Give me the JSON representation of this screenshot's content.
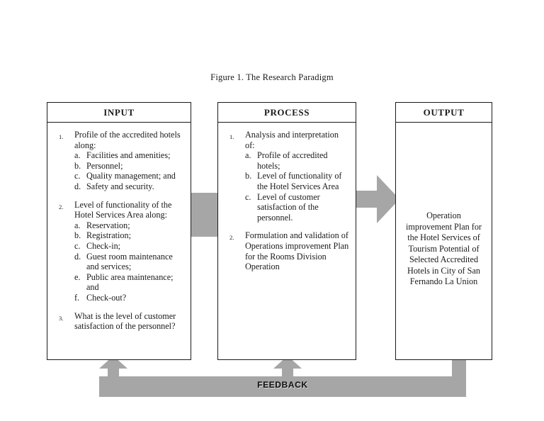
{
  "figure": {
    "caption": "Figure 1. The Research Paradigm"
  },
  "colors": {
    "connector_gray": "#a6a6a6",
    "border": "#1a1a1a",
    "background": "#ffffff"
  },
  "input": {
    "heading": "INPUT",
    "items": [
      {
        "marker": "1.",
        "text": "Profile of the accredited hotels along:",
        "sub": [
          {
            "marker": "a.",
            "text": "Facilities and amenities;"
          },
          {
            "marker": "b.",
            "text": "Personnel;"
          },
          {
            "marker": "c.",
            "text": "Quality management; and"
          },
          {
            "marker": "d.",
            "text": "Safety and security."
          }
        ]
      },
      {
        "marker": "2.",
        "text": "Level of functionality of the Hotel Services Area along:",
        "sub": [
          {
            "marker": "a.",
            "text": "Reservation;"
          },
          {
            "marker": "b.",
            "text": "Registration;"
          },
          {
            "marker": "c.",
            "text": "Check-in;"
          },
          {
            "marker": "d.",
            "text": "Guest room maintenance and services;"
          },
          {
            "marker": "e.",
            "text": "Public area maintenance; and"
          },
          {
            "marker": "f.",
            "text": "Check-out?"
          }
        ]
      },
      {
        "marker": "3.",
        "text": "What is the level of customer satisfaction of the personnel?",
        "sub": []
      }
    ]
  },
  "process": {
    "heading": "PROCESS",
    "items": [
      {
        "marker": "1.",
        "text": "Analysis and interpretation of:",
        "sub": [
          {
            "marker": "a.",
            "text": "Profile of accredited hotels;"
          },
          {
            "marker": "b.",
            "text": "Level of functionality of the Hotel Services Area"
          },
          {
            "marker": "c.",
            "text": "Level of customer satisfaction of the personnel."
          }
        ]
      },
      {
        "marker": "2.",
        "text": "Formulation and validation of Operations improvement Plan for the Rooms Division Operation",
        "sub": []
      }
    ]
  },
  "output": {
    "heading": "OUTPUT",
    "text": "Operation improvement Plan for the Hotel Services of Tourism Potential of Selected Accredited Hotels in City of San Fernando La Union"
  },
  "feedback": {
    "label": "FEEDBACK"
  }
}
